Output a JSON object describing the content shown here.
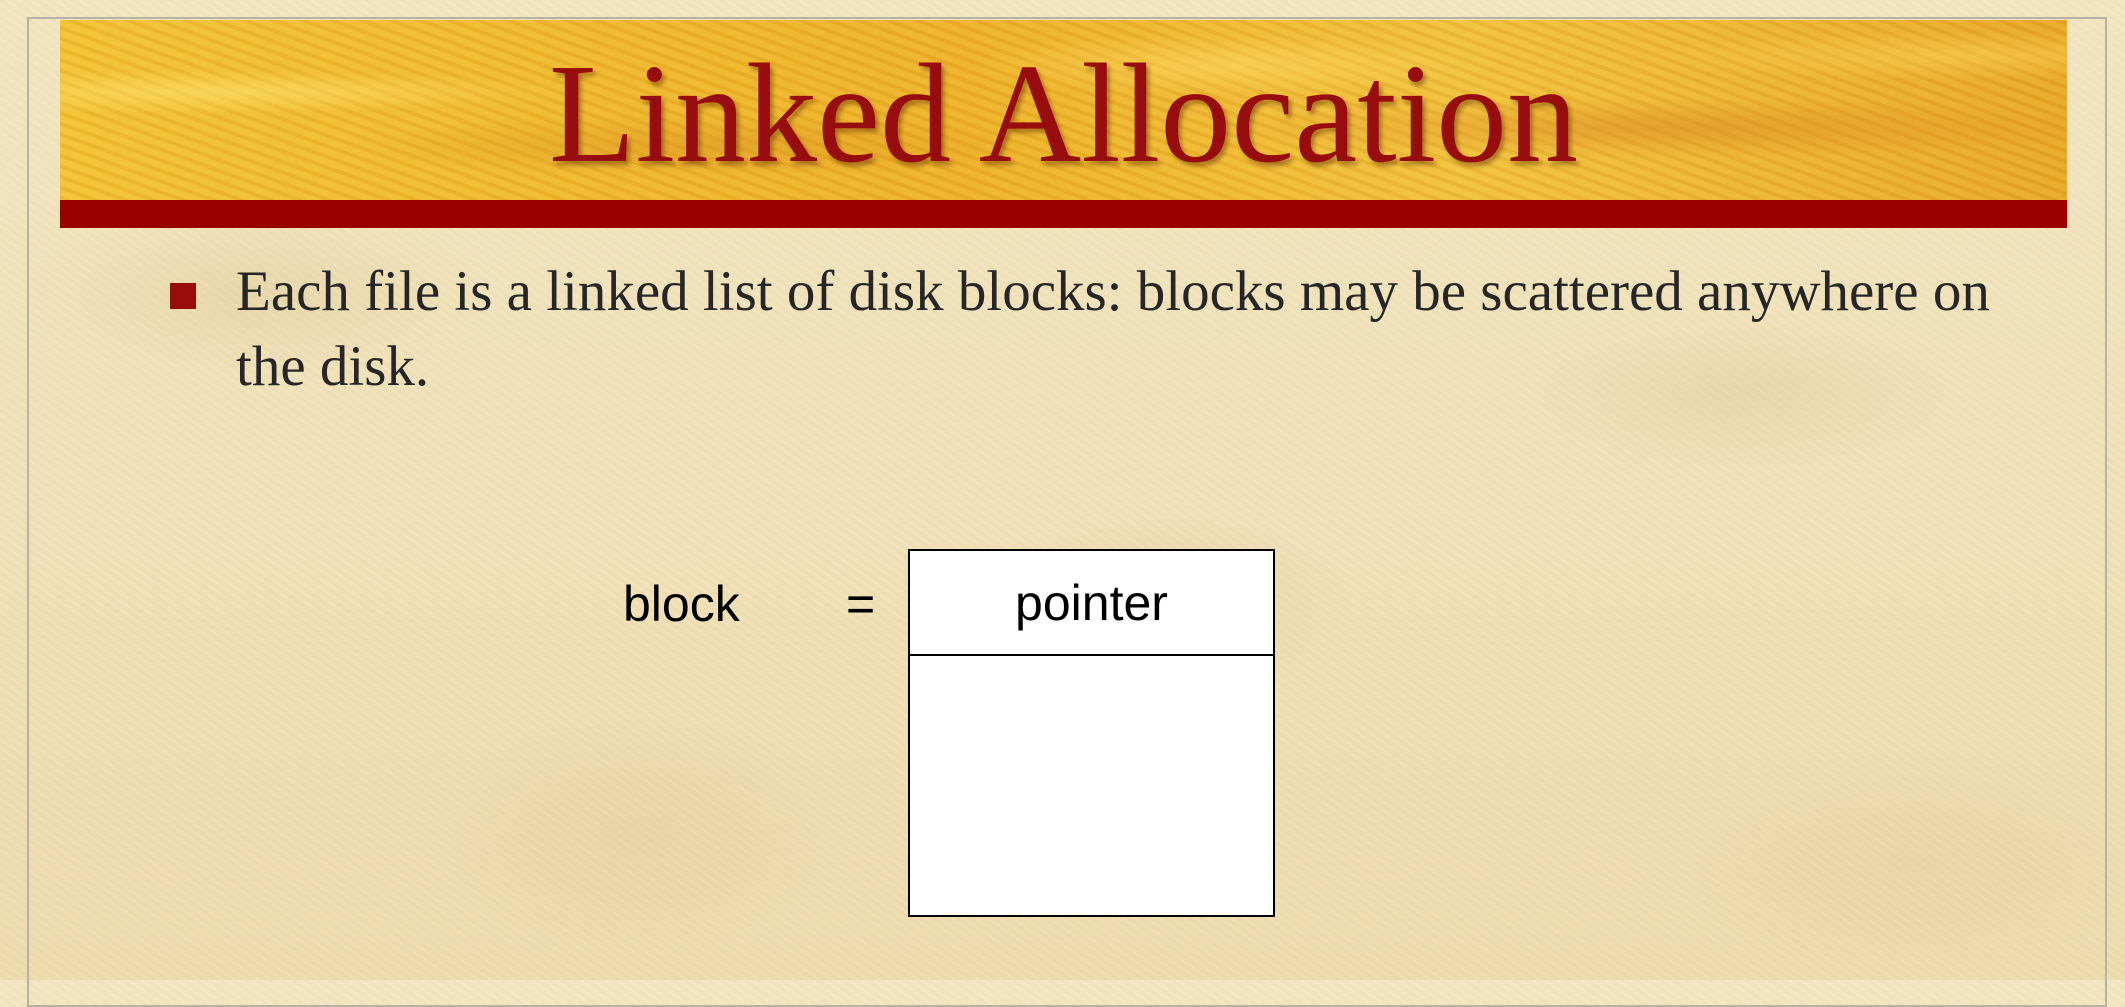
{
  "slide": {
    "title": "Linked Allocation",
    "bullets": [
      "Each file is a linked list of disk blocks: blocks may be scattered anywhere on the disk."
    ]
  },
  "diagram": {
    "left_label": "block",
    "equals": "=",
    "block_fields": {
      "top": "pointer"
    }
  },
  "colors": {
    "title_text": "#970c0c",
    "title_rule": "#990000",
    "bullet_marker": "#9a0c0c",
    "title_band": "#f0bd2c",
    "background": "#f1e2b8"
  }
}
